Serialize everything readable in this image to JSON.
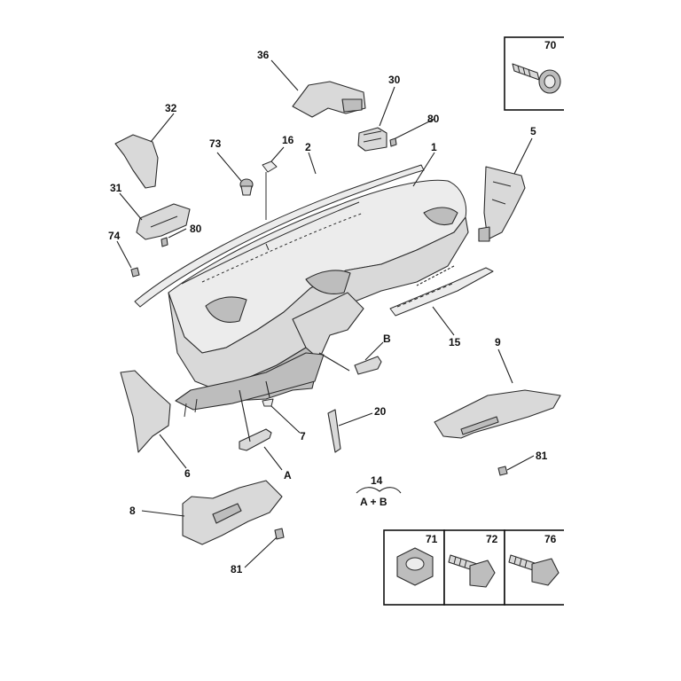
{
  "parts": {
    "l1": "1",
    "l2": "2",
    "l5": "5",
    "l6": "6",
    "l7": "7",
    "l8": "8",
    "l9": "9",
    "l15": "15",
    "l16": "16",
    "l20": "20",
    "l30": "30",
    "l31": "31",
    "l32": "32",
    "l36": "36",
    "l73": "73",
    "l74": "74",
    "l80a": "80",
    "l80b": "80",
    "l81a": "81",
    "l81b": "81",
    "lA": "A",
    "lB": "B"
  },
  "kit": {
    "number": "14",
    "formula": "A + B"
  },
  "fastener_boxes": {
    "b70": "70",
    "b71": "71",
    "b72": "72",
    "b76": "76"
  }
}
